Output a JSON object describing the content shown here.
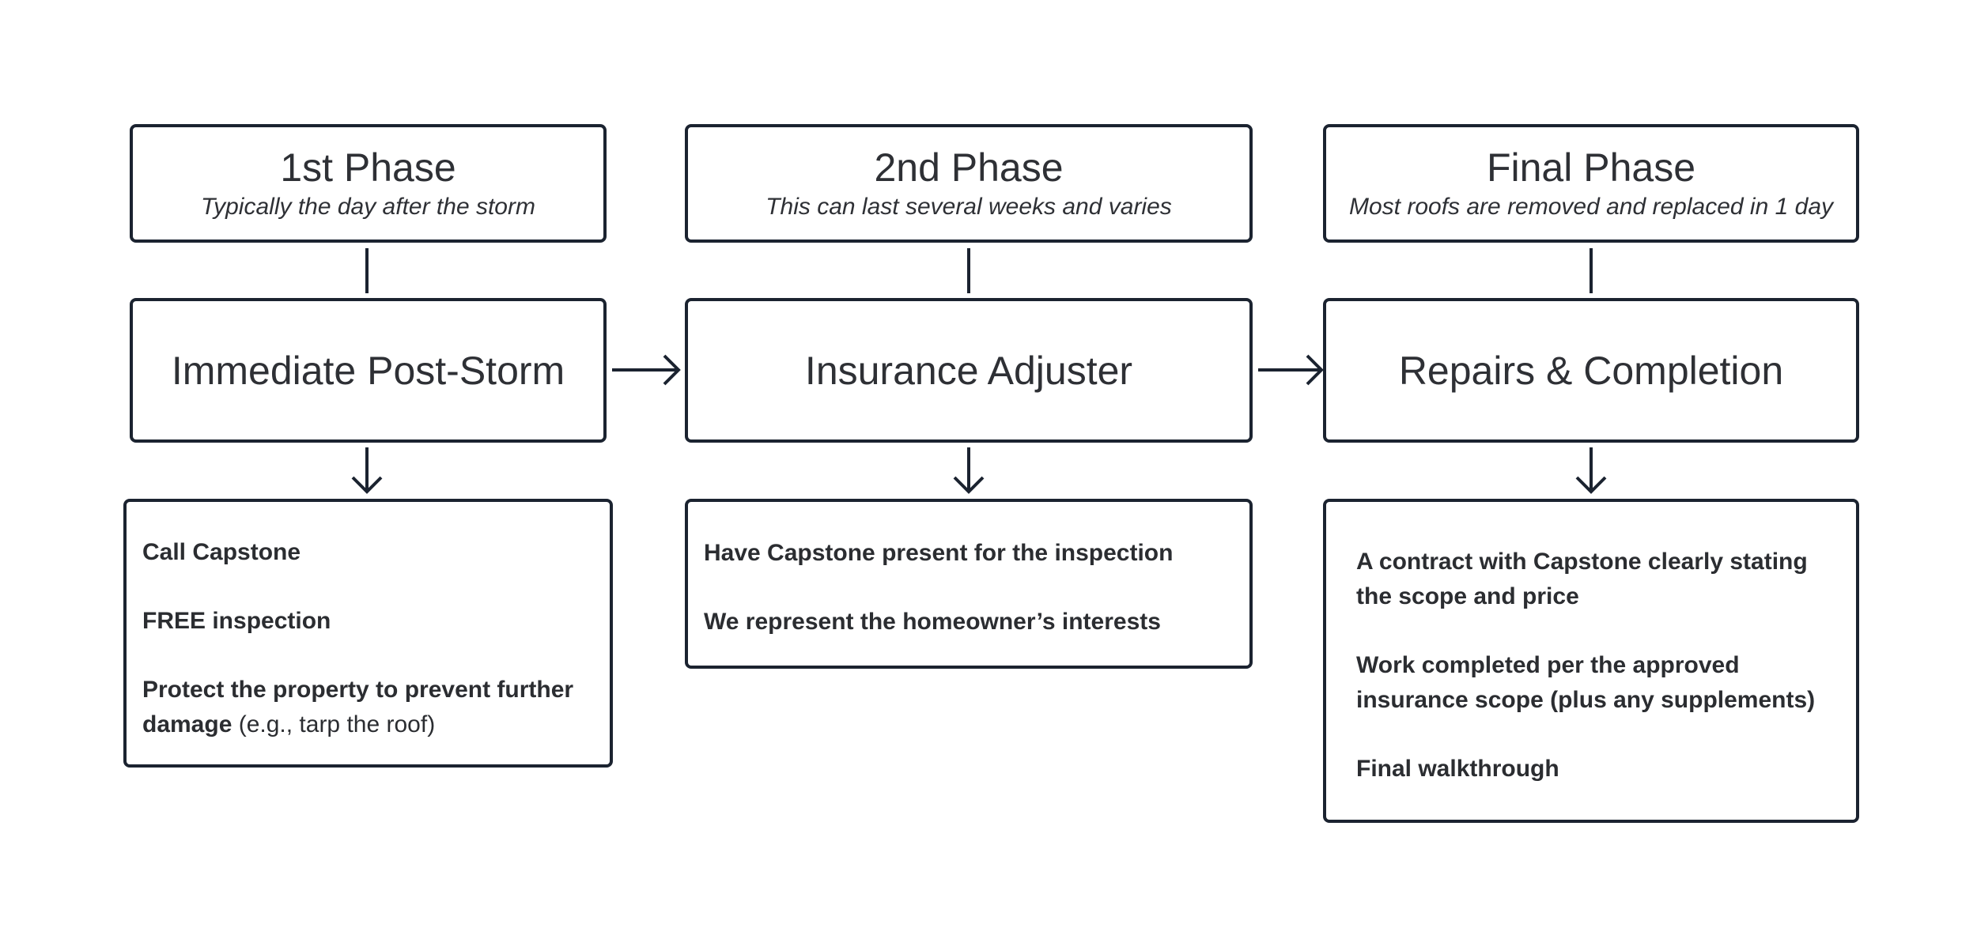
{
  "columns": [
    {
      "phase_title": "1st Phase",
      "phase_subtitle": "Typically the day after the storm",
      "stage_title": "Immediate Post-Storm",
      "details": [
        {
          "bold": "Call Capstone",
          "normal": ""
        },
        {
          "bold": "FREE inspection",
          "normal": ""
        },
        {
          "bold": "Protect the property to prevent further damage",
          "normal": " (e.g., tarp the roof)"
        }
      ]
    },
    {
      "phase_title": "2nd Phase",
      "phase_subtitle": "This can last several weeks and varies",
      "stage_title": "Insurance Adjuster",
      "details": [
        {
          "bold": "Have Capstone present for the inspection",
          "normal": ""
        },
        {
          "bold": "We represent the homeowner’s interests",
          "normal": ""
        }
      ]
    },
    {
      "phase_title": "Final Phase",
      "phase_subtitle": "Most roofs are removed and replaced in 1 day",
      "stage_title": "Repairs & Completion",
      "details": [
        {
          "bold": "A contract with Capstone clearly stating the scope and price",
          "normal": ""
        },
        {
          "bold": "Work completed per the approved insurance scope (plus any supplements)",
          "normal": ""
        },
        {
          "bold": "Final walkthrough",
          "normal": ""
        }
      ]
    }
  ],
  "colors": {
    "stroke": "#1b2330",
    "text": "#2e3035",
    "background": "#ffffff"
  }
}
